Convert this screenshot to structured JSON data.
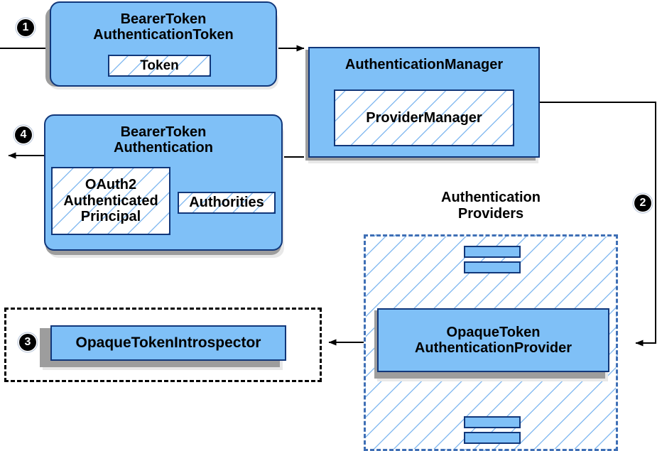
{
  "diagram": {
    "title": "Spring Security Bearer Token / Opaque Token authentication flow",
    "colors": {
      "box_fill": "#7fc0f7",
      "box_border": "#11377a",
      "hatch_line": "#82b9f0",
      "shadow_mid": "#9d9d9d",
      "shadow_out": "#e8e8e8",
      "dashed_black": "#000000",
      "dashed_blue": "#3f6fb5",
      "badge_bg": "#000000",
      "badge_fg": "#ffffff"
    }
  },
  "badges": [
    {
      "id": "step-1",
      "label": "❶",
      "number": "1"
    },
    {
      "id": "step-2",
      "label": "❷",
      "number": "2"
    },
    {
      "id": "step-3",
      "label": "❸",
      "number": "3"
    },
    {
      "id": "step-4",
      "label": "❹",
      "number": "4"
    }
  ],
  "nodes": {
    "bearer_token_authentication_token": {
      "title_line1": "BearerToken",
      "title_line2": "AuthenticationToken",
      "inner": {
        "token": "Token"
      }
    },
    "authentication_manager": {
      "title": "AuthenticationManager",
      "inner": {
        "provider_manager": "ProviderManager"
      }
    },
    "bearer_token_authentication": {
      "title_line1": "BearerToken",
      "title_line2": "Authentication",
      "inner": {
        "principal_line1": "OAuth2",
        "principal_line2": "Authenticated",
        "principal_line3": "Principal",
        "authorities": "Authorities"
      }
    },
    "authentication_providers": {
      "caption_line1": "Authentication",
      "caption_line2": "Providers",
      "provider": {
        "title_line1": "OpaqueToken",
        "title_line2": "AuthenticationProvider"
      },
      "bars": [
        "provider-bar-top-1",
        "provider-bar-top-2",
        "provider-bar-bottom-1",
        "provider-bar-bottom-2"
      ]
    },
    "opaque_token_introspector": {
      "title": "OpaqueTokenIntrospector"
    }
  },
  "connectors": [
    {
      "id": "request-in",
      "from": "outside-left",
      "to": "bearer-token-authentication-token",
      "arrow": "right"
    },
    {
      "id": "token-to-manager",
      "from": "bearer-token-authentication-token",
      "to": "authentication-manager",
      "arrow": "right"
    },
    {
      "id": "manager-to-provider",
      "from": "authentication-manager",
      "to": "opaque-token-authentication-provider",
      "arrow": "left"
    },
    {
      "id": "provider-to-introspector",
      "from": "opaque-token-authentication-provider",
      "to": "opaque-token-introspector",
      "arrow": "left"
    },
    {
      "id": "manager-to-result",
      "from": "authentication-manager",
      "to": "bearer-token-authentication",
      "arrow": "none"
    },
    {
      "id": "result-out",
      "from": "bearer-token-authentication",
      "to": "outside-left",
      "arrow": "left"
    },
    {
      "id": "provider-bars-top",
      "arrow": "both"
    },
    {
      "id": "provider-bars-bottom",
      "arrow": "both"
    }
  ]
}
